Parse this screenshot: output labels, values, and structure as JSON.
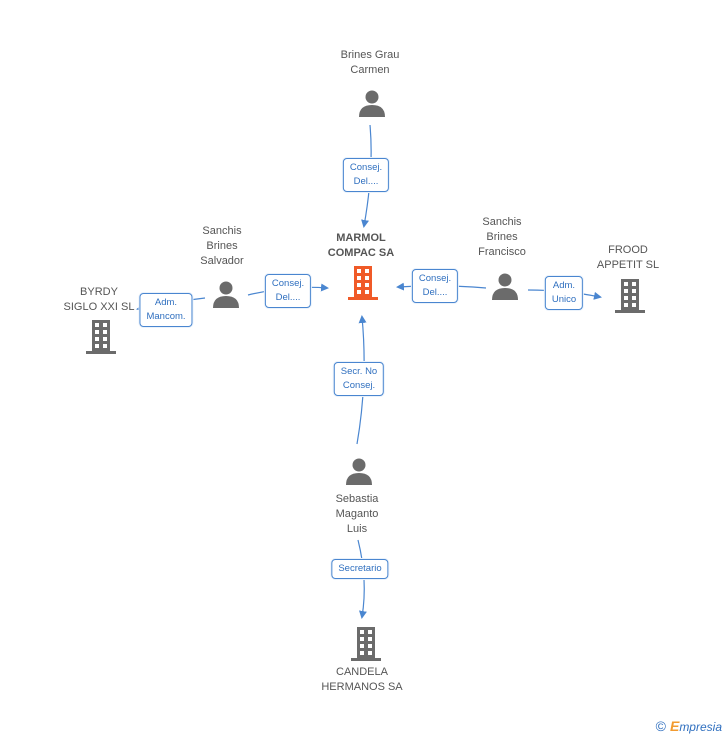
{
  "nodes": {
    "brines_grau": {
      "label": "Brines Grau\nCarmen"
    },
    "marmol": {
      "label": "MARMOL\nCOMPAC SA"
    },
    "sanchis_salvador": {
      "label": "Sanchis\nBrines\nSalvador"
    },
    "sanchis_francisco": {
      "label": "Sanchis\nBrines\nFrancisco"
    },
    "byrdy": {
      "label": "BYRDY\nSIGLO XXI  SL"
    },
    "frood": {
      "label": "FROOD\nAPPETIT SL"
    },
    "sebastia": {
      "label": "Sebastia\nMaganto\nLuis"
    },
    "candela": {
      "label": "CANDELA\nHERMANOS SA"
    }
  },
  "edges": {
    "grau_marmol": "Consej.\nDel....",
    "salvador_marmol": "Consej.\nDel....",
    "salvador_byrdy": "Adm.\nMancom.",
    "francisco_marmol": "Consej.\nDel....",
    "francisco_frood": "Adm.\nUnico",
    "sebastia_marmol": "Secr.  No\nConsej.",
    "sebastia_candela": "Secretario"
  },
  "colors": {
    "edge": "#4a86d0",
    "focus_company": "#f05a28",
    "company": "#6b6b6b",
    "person": "#6b6b6b"
  },
  "footer": {
    "copyright": "©",
    "brand_first": "E",
    "brand_rest": "mpresia"
  }
}
